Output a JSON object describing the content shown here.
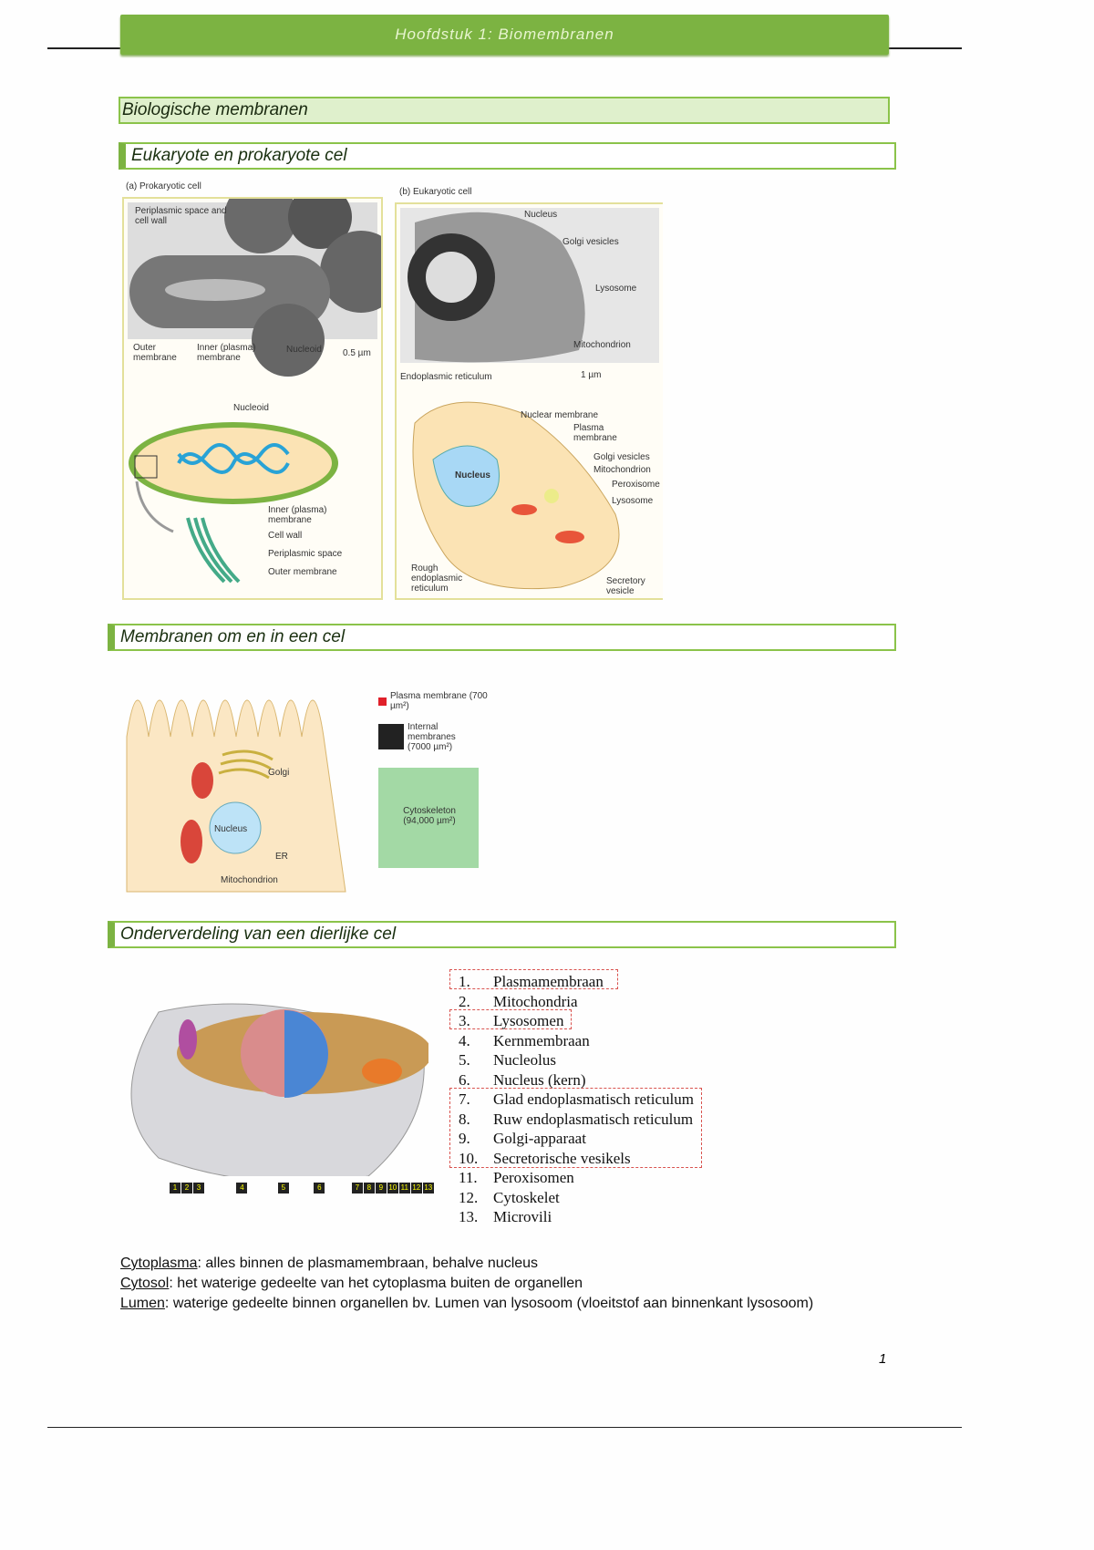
{
  "header": {
    "title": "Hoofdstuk 1: Biomembranen"
  },
  "section_title": "Biologische membranen",
  "sections": {
    "s1": "Eukaryote en prokaryote cel",
    "s2": "Membranen om en in een cel",
    "s3": "Onderverdeling van een dierlijke cel"
  },
  "figure1": {
    "prokaryotic": {
      "caption": "(a)  Prokaryotic cell",
      "periplasmic": "Periplasmic space and cell wall",
      "outer": "Outer membrane",
      "inner": "Inner (plasma) membrane",
      "nucleoid": "Nucleoid",
      "scale": "0.5 µm",
      "nucleoid2": "Nucleoid",
      "inner2": "Inner (plasma) membrane",
      "cellwall": "Cell wall",
      "periplasmic2": "Periplasmic space",
      "outer2": "Outer membrane"
    },
    "eukaryotic": {
      "caption": "(b)  Eukaryotic cell",
      "nucleus": "Nucleus",
      "golgi": "Golgi vesicles",
      "lysosome": "Lysosome",
      "mito": "Mitochondrion",
      "er": "Endoplasmic reticulum",
      "scale": "1 µm",
      "nuclear_membrane": "Nuclear membrane",
      "plasma": "Plasma membrane",
      "golgi2": "Golgi vesicles",
      "mito2": "Mitochondrion",
      "perox": "Peroxisome",
      "lyso2": "Lysosome",
      "nucleus2": "Nucleus",
      "rer": "Rough endoplasmic reticulum",
      "secretory": "Secretory vesicle"
    }
  },
  "figure2": {
    "golgi": "Golgi",
    "nucleus": "Nucleus",
    "er": "ER",
    "mito": "Mitochondrion",
    "legend": [
      {
        "label": "Plasma membrane (700 µm²)",
        "color": "#e0202a"
      },
      {
        "label": "Internal membranes (7000 µm²)",
        "color": "#222222"
      },
      {
        "label": "Cytoskeleton (94,000 µm²)",
        "color": "#a3d9a5"
      }
    ]
  },
  "figure3": {
    "badges": [
      "1",
      "2",
      "3",
      "4",
      "5",
      "6",
      "7",
      "8",
      "9",
      "10",
      "11",
      "12",
      "13"
    ]
  },
  "organelles": [
    {
      "n": "1.",
      "label": "Plasmamembraan"
    },
    {
      "n": "2.",
      "label": "Mitochondria"
    },
    {
      "n": "3.",
      "label": "Lysosomen"
    },
    {
      "n": "4.",
      "label": "Kernmembraan"
    },
    {
      "n": "5.",
      "label": "Nucleolus"
    },
    {
      "n": "6.",
      "label": "Nucleus (kern)"
    },
    {
      "n": "7.",
      "label": "Glad endoplasmatisch reticulum"
    },
    {
      "n": "8.",
      "label": "Ruw endoplasmatisch reticulum"
    },
    {
      "n": "9.",
      "label": "Golgi-apparaat"
    },
    {
      "n": "10.",
      "label": "Secretorische vesikels"
    },
    {
      "n": "11.",
      "label": "Peroxisomen"
    },
    {
      "n": "12.",
      "label": "Cytoskelet"
    },
    {
      "n": "13.",
      "label": "Microvili"
    }
  ],
  "definitions": [
    {
      "term": "Cytoplasma",
      "text": ": alles binnen de plasmamembraan, behalve nucleus"
    },
    {
      "term": "Cytosol",
      "text": ": het waterige gedeelte van het cytoplasma buiten de organellen"
    },
    {
      "term": "Lumen",
      "text": ": waterige gedeelte binnen organellen bv. Lumen van lysosoom (vloeitstof aan binnenkant lysosoom)"
    }
  ],
  "page_number": "1"
}
